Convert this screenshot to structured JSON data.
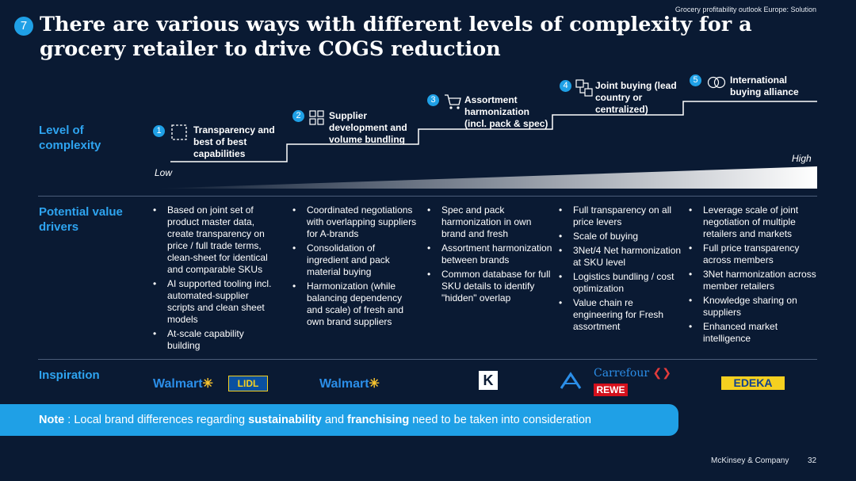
{
  "header": {
    "source": "Grocery profitability outlook Europe: Solution",
    "slide_number": "7",
    "title": "There are various ways with different levels of complexity for a grocery retailer to drive COGS reduction"
  },
  "complexity": {
    "label": "Level of complexity",
    "low": "Low",
    "high": "High",
    "steps": [
      {
        "num": "1",
        "label": "Transparency and best of best capabilities",
        "icon": "dashed-square-icon"
      },
      {
        "num": "2",
        "label": "Supplier development and volume bundling",
        "icon": "grid-bundle-icon"
      },
      {
        "num": "3",
        "label": "Assortment harmonization (incl. pack & spec)",
        "icon": "shopping-cart-icon"
      },
      {
        "num": "4",
        "label": "Joint buying (lead country or centralized)",
        "icon": "linked-boxes-icon"
      },
      {
        "num": "5",
        "label": "International buying alliance",
        "icon": "overlapping-circles-icon"
      }
    ]
  },
  "value_drivers": {
    "label": "Potential value drivers",
    "columns": [
      [
        "Based on joint set of product master data, create transparency on price / full trade terms, clean-sheet for identical and comparable SKUs",
        "AI supported tooling incl. automated-supplier scripts and clean sheet models",
        "At-scale capability building"
      ],
      [
        "Coordinated negotiations with overlapping suppliers for A-brands",
        "Consolidation of ingredient and pack material buying",
        "Harmonization (while balancing dependency and scale) of fresh and own brand suppliers"
      ],
      [
        "Spec and pack harmonization in own brand and fresh",
        "Assortment harmonization between brands",
        "Common database for full SKU details to identify \"hidden\" overlap"
      ],
      [
        "Full transparency on all price levers",
        "Scale of buying",
        "3Net/4 Net harmonization at SKU level",
        "Logistics bundling / cost optimization",
        "Value chain re engineering for Fresh assortment"
      ],
      [
        "Leverage scale of joint negotiation of multiple retailers and markets",
        "Full price transparency across members",
        "3Net harmonization across member retailers",
        "Knowledge sharing on suppliers",
        "Enhanced market intelligence"
      ]
    ]
  },
  "inspiration": {
    "label": "Inspiration",
    "logos": {
      "walmart": "Walmart",
      "lidl": "LIDL",
      "kaufland": "K",
      "carrefour": "Carrefour",
      "rewe": "REWE",
      "edeka": "EDEKA"
    }
  },
  "note": {
    "prefix": "Note",
    "t1": " : Local brand differences regarding ",
    "b1": "sustainability",
    "t2": " and ",
    "b2": "franchising",
    "t3": " need to be taken into consideration"
  },
  "footer": {
    "company": "McKinsey & Company",
    "page": "32"
  },
  "colors": {
    "accent": "#1fa0e6",
    "background": "#0a1a33",
    "label": "#2ea4f0"
  }
}
